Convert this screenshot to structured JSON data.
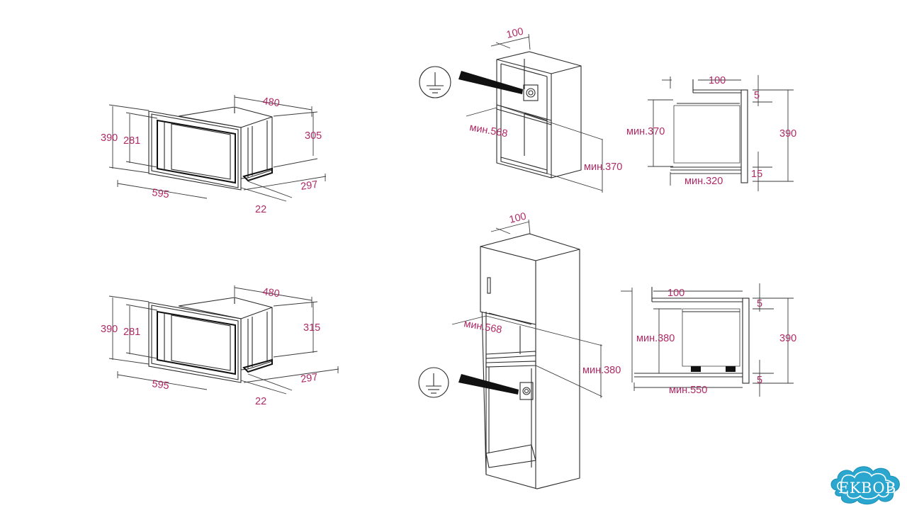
{
  "logo": {
    "text": "EKBOB",
    "color": "#28a8cf"
  },
  "colors": {
    "dimension_label": "#b02a66",
    "line": "#2b2b2b"
  },
  "icons": [
    "ground-symbol-icon",
    "power-socket-icon"
  ],
  "labels": {
    "d100": "100",
    "d480": "480",
    "d390": "390",
    "d281": "281",
    "d305": "305",
    "d315": "315",
    "d595": "595",
    "d297": "297",
    "d22": "22",
    "d5": "5",
    "d15": "15",
    "min568": "мин.568",
    "min370": "мин.370",
    "min320": "мин.320",
    "min380": "мин.380",
    "min550": "мин.550"
  }
}
